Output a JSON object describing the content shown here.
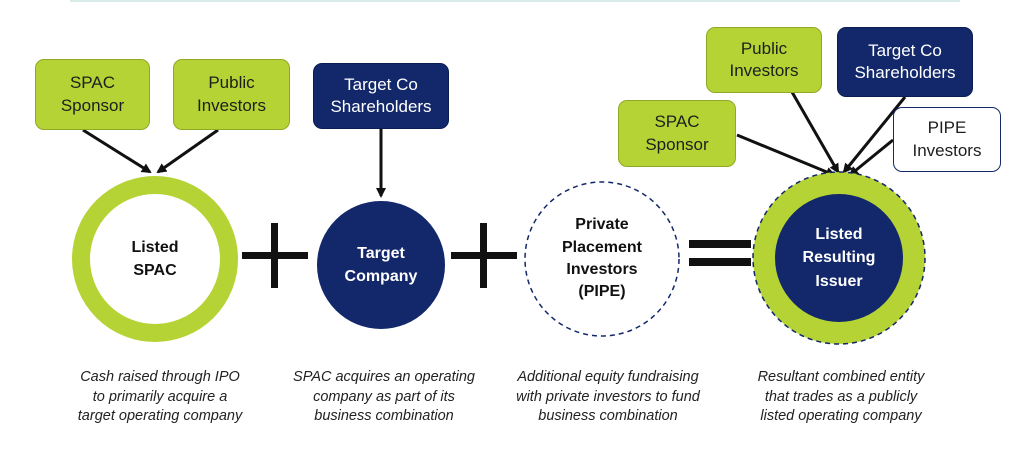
{
  "colors": {
    "green": "#b5d334",
    "navy": "#13286b",
    "white": "#ffffff",
    "arrow": "#111111",
    "rule": "#d7ece8"
  },
  "boxes": {
    "spac_sponsor_left": {
      "lines": [
        "SPAC",
        "Sponsor"
      ]
    },
    "public_investors_left": {
      "lines": [
        "Public",
        "Investors"
      ]
    },
    "target_shareholders_mid": {
      "lines": [
        "Target Co",
        "Shareholders"
      ]
    },
    "public_investors_right": {
      "lines": [
        "Public",
        "Investors"
      ]
    },
    "target_shareholders_right": {
      "lines": [
        "Target Co",
        "Shareholders"
      ]
    },
    "spac_sponsor_right": {
      "lines": [
        "SPAC",
        "Sponsor"
      ]
    },
    "pipe_investors_right": {
      "lines": [
        "PIPE",
        "Investors"
      ]
    }
  },
  "circles": {
    "listed_spac": {
      "lines": [
        "Listed",
        "SPAC"
      ]
    },
    "target_company": {
      "lines": [
        "Target",
        "Company"
      ]
    },
    "pipe": {
      "lines": [
        "Private",
        "Placement",
        "Investors",
        "(PIPE)"
      ]
    },
    "resulting_issuer": {
      "lines": [
        "Listed",
        "Resulting",
        "Issuer"
      ]
    }
  },
  "captions": {
    "spac": [
      "Cash raised through IPO",
      "to primarily acquire a",
      "target operating company"
    ],
    "target": [
      "SPAC acquires an operating",
      "company as part of its",
      "business combination"
    ],
    "pipe": [
      "Additional equity fundraising",
      "with private investors to fund",
      "business combination"
    ],
    "issuer": [
      "Resultant combined entity",
      "that trades as a publicly",
      "listed operating company"
    ]
  }
}
